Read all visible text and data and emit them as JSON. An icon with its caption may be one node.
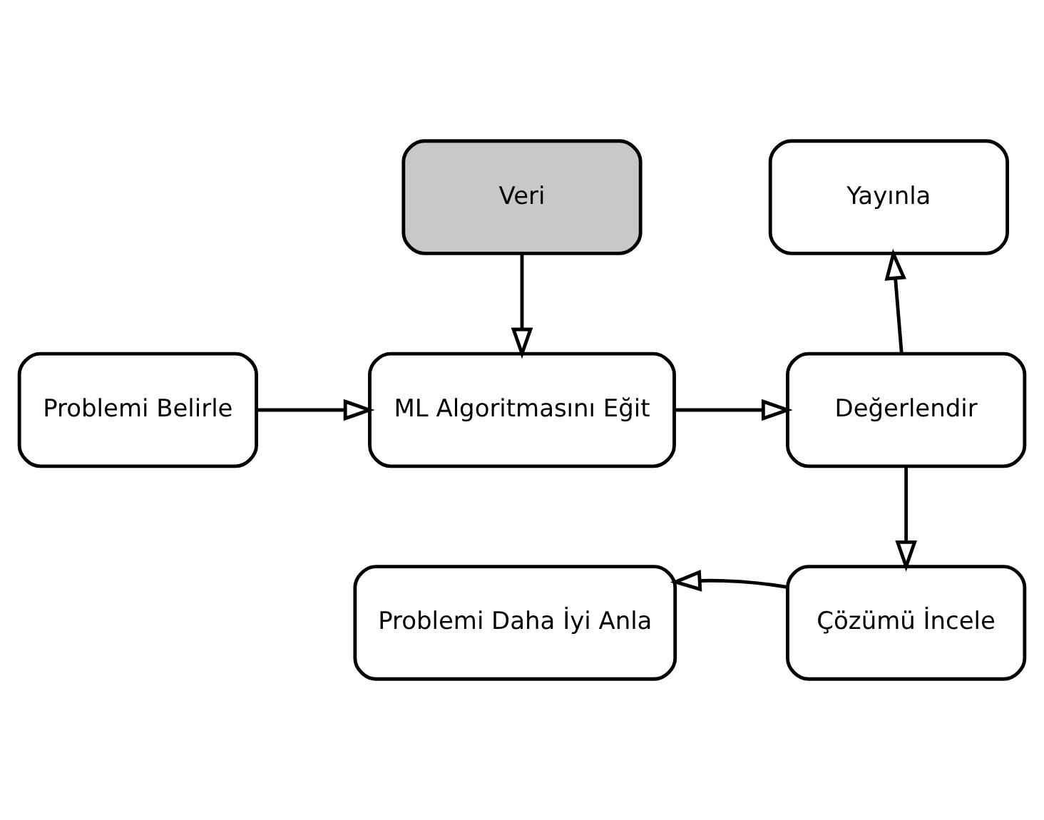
{
  "diagram": {
    "nodes": [
      {
        "text": [
          "Veri"
        ]
      },
      {
        "text": [
          "Problemi Belirle"
        ]
      },
      {
        "text": [
          "ML Algoritmasını Eğit"
        ]
      },
      {
        "text": [
          "Değerlendir"
        ]
      },
      {
        "text": [
          "Yayınla"
        ]
      },
      {
        "text": [
          "Çözümü İncele"
        ]
      },
      {
        "text": [
          "Problemi Daha İyi Anla"
        ]
      }
    ],
    "edges": [
      {
        "from": 0,
        "to": 2,
        "arrow": "to"
      },
      {
        "from": 1,
        "to": 2,
        "arrow": "to"
      },
      {
        "from": 2,
        "to": 3,
        "arrow": "to"
      },
      {
        "from": 3,
        "to": 4,
        "arrow": "to"
      },
      {
        "from": 3,
        "to": 5,
        "arrow": "to"
      },
      {
        "from": 5,
        "to": 6,
        "arrow": "to"
      }
    ]
  }
}
